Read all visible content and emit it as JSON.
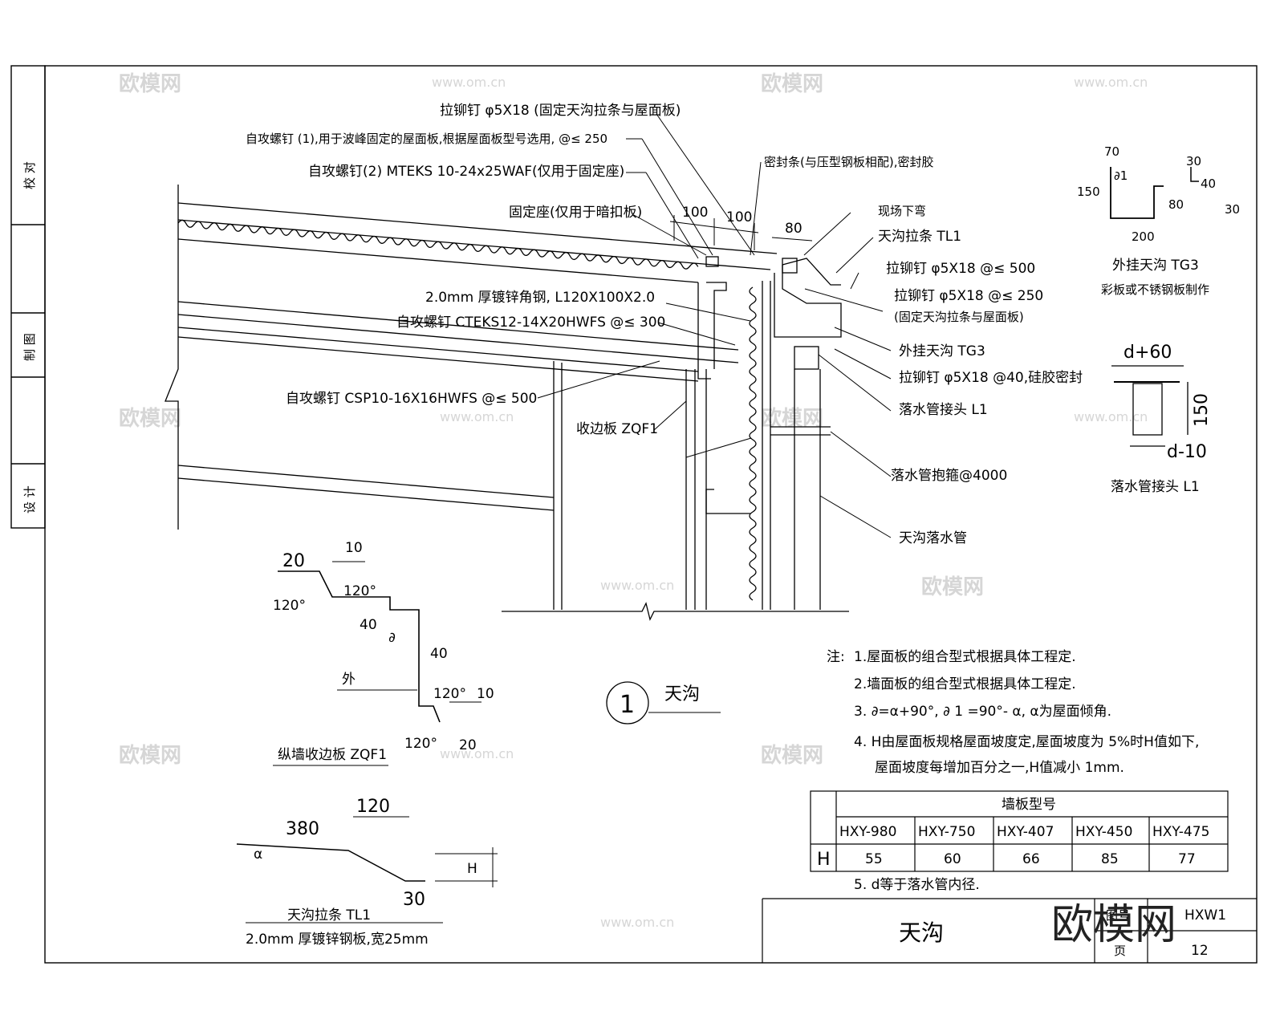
{
  "watermarks": {
    "brand": "欧模网",
    "site": "www.om.cn"
  },
  "brand_logo": "欧模网",
  "side_strip": {
    "check": "校 对",
    "draw": "制 图",
    "design": "设 计"
  },
  "labels": {
    "rivet_top": "拉铆钉 φ5X18 (固定天沟拉条与屋面板)",
    "screw1": "自攻螺钉 (1),用于波峰固定的屋面板,根据屋面板型号选用, @≤ 250",
    "screw2": "自攻螺钉(2) MTEKS 10-24x25WAF(仅用于固定座)",
    "seal": "密封条(与压型钢板相配),密封胶",
    "fixseat": "固定座(仅用于暗扣板)",
    "dim100a": "100",
    "dim100b": "100",
    "dim80": "80",
    "site_bend": "现场下弯",
    "tl1": "天沟拉条 TL1",
    "rivet500": "拉铆钉 φ5X18 @≤ 500",
    "rivet250": "拉铆钉 φ5X18 @≤ 250",
    "rivet250_note": "(固定天沟拉条与屋面板)",
    "angle_steel": "2.0mm 厚镀锌角钢, L120X100X2.0",
    "screw_cteks": "自攻螺钉 CTEKS12-14X20HWFS @≤ 300",
    "tg3": "外挂天沟 TG3",
    "rivet40": "拉铆钉 φ5X18 @40,硅胶密封",
    "screw_csp": "自攻螺钉 CSP10-16X16HWFS @≤ 500",
    "downpipe_joint": "落水管接头 L1",
    "edge_board": "收边板 ZQF1",
    "hoop": "落水管抱箍@4000",
    "downpipe": "天沟落水管"
  },
  "tg3_detail": {
    "d70": "70",
    "d150": "150",
    "d200": "200",
    "a1": "∂1",
    "d30a": "30",
    "d40": "40",
    "d80": "80",
    "d30b": "30",
    "title": "外挂天沟 TG3",
    "sub": "彩板或不锈钢板制作"
  },
  "l1_detail": {
    "d60": "d+60",
    "d150": "150",
    "d10": "d-10",
    "title": "落水管接头 L1"
  },
  "zqf1_detail": {
    "d20a": "20",
    "d10a": "10",
    "a120a": "120°",
    "a120b": "120°",
    "d40a": "40",
    "ang": "∂",
    "d40b": "40",
    "outer": "外",
    "a120c": "120°",
    "d10b": "10",
    "a120d": "120°",
    "d20b": "20",
    "title": "纵墙收边板 ZQF1"
  },
  "section_title": {
    "num": "1",
    "name": "天沟"
  },
  "tl1_detail": {
    "d120": "120",
    "d380": "380",
    "alpha": "α",
    "d30": "30",
    "h": "H",
    "title": "天沟拉条 TL1",
    "sub": "2.0mm 厚镀锌钢板,宽25mm"
  },
  "notes": {
    "label": "注:",
    "n1": "1.屋面板的组合型式根据具体工程定.",
    "n2": "2.墙面板的组合型式根据具体工程定.",
    "n3": "3. ∂=α+90°,   ∂ 1 =90°-  α,  α为屋面倾角.",
    "n4": "4. H由屋面板规格屋面坡度定,屋面坡度为 5%时H值如下,",
    "n4b": "屋面坡度每增加百分之一,H值减小 1mm.",
    "n5": "5. d等于落水管内径."
  },
  "table": {
    "header": "墙板型号",
    "row_label": "H",
    "columns": [
      "HXY-980",
      "HXY-750",
      "HXY-407",
      "HXY-450",
      "HXY-475"
    ],
    "values": [
      "55",
      "60",
      "66",
      "85",
      "77"
    ]
  },
  "title_block": {
    "name": "天沟",
    "drawing_no_label": "图号",
    "drawing_no": "HXW1",
    "page_label": "页",
    "page": "12"
  }
}
